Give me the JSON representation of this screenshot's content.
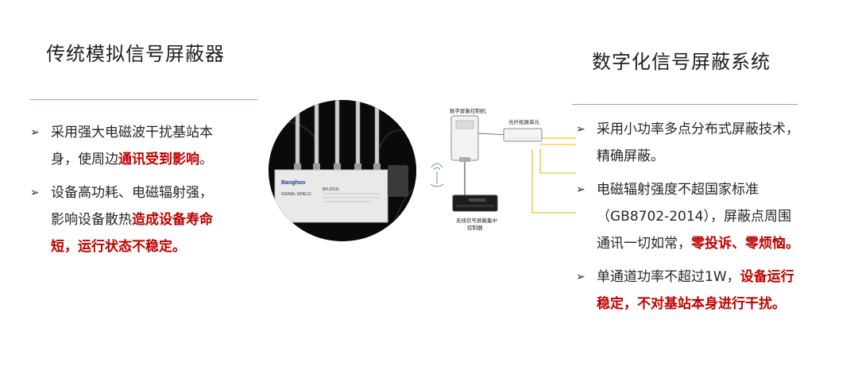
{
  "left": {
    "title": "传统模拟信号屏蔽器",
    "bullets": [
      {
        "lines": [
          [
            {
              "text": "采用强大电磁波干扰基站本",
              "em": false
            }
          ],
          [
            {
              "text": "身，使周边",
              "em": false
            },
            {
              "text": "通讯受到影响",
              "em": true
            },
            {
              "text": "。",
              "em": false
            }
          ]
        ]
      },
      {
        "lines": [
          [
            {
              "text": "设备高功耗、电磁辐射强，",
              "em": false
            }
          ],
          [
            {
              "text": "影响设备散热",
              "em": false
            },
            {
              "text": "造成设备寿命",
              "em": true
            }
          ],
          [
            {
              "text": "短，运行状态不稳定。",
              "em": true
            }
          ]
        ]
      }
    ]
  },
  "right": {
    "title": "数字化信号屏蔽系统",
    "bullets": [
      {
        "lines": [
          [
            {
              "text": "采用小功率多点分布式屏蔽技术，",
              "em": false
            }
          ],
          [
            {
              "text": "精确屏蔽。",
              "em": false
            }
          ]
        ]
      },
      {
        "lines": [
          [
            {
              "text": "电磁辐射强度不超国家标准",
              "em": false
            }
          ],
          [
            {
              "text": "（GB8702-2014），屏蔽点周围",
              "em": false
            }
          ],
          [
            {
              "text": "通讯一切如常，",
              "em": false
            },
            {
              "text": "零投诉、零烦恼。",
              "em": true
            }
          ]
        ]
      },
      {
        "lines": [
          [
            {
              "text": "单通道功率不超过1W，",
              "em": false
            },
            {
              "text": "设备运行",
              "em": true
            }
          ],
          [
            {
              "text": "稳定，不对基站本身进行干扰。",
              "em": true
            }
          ]
        ]
      }
    ]
  },
  "photo": {
    "brand": "Banghoo",
    "label": "SIGNAL SHIELD",
    "model": "BH-201N"
  },
  "diagram": {
    "top_box": "数字屏蔽控制机",
    "right_box": "光纤拓展单元",
    "bottom_box": "无线信号屏蔽集中控制器"
  },
  "colors": {
    "accent": "#c00000",
    "rule": "#8fa6b8",
    "dim_lines": "#f0d050"
  }
}
